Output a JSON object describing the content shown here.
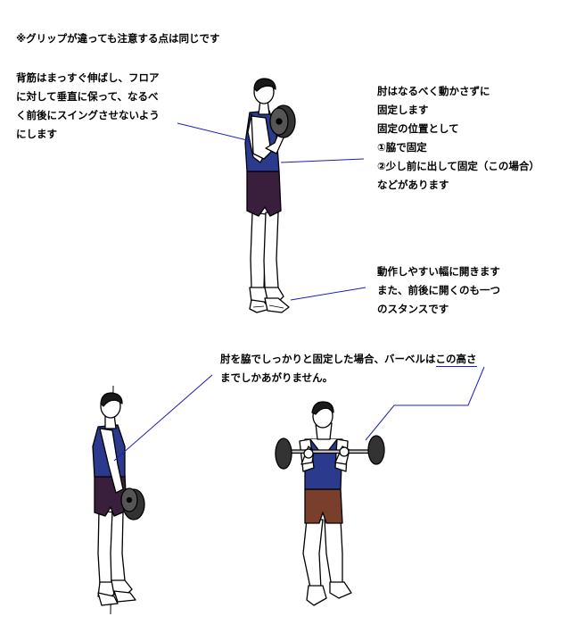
{
  "note": "※グリップが違っても注意する点は同じです",
  "back_posture": [
    "背筋はまっすぐ伸ばし、フロア",
    "に対して垂直に保って、なるべ",
    "く前後にスイングさせないよう",
    "にします"
  ],
  "elbow": [
    "肘はなるべく動かさずに",
    "固定します",
    "固定の位置として",
    "①脇で固定",
    "②少し前に出して固定（この場合）",
    "などがあります"
  ],
  "stance": [
    "動作しやすい幅に開きます",
    "また、前後に開くのも一つ",
    "のスタンスです"
  ],
  "barbell_caption": {
    "line1_before": "肘を脇でしっかりと固定した場合、バーベルは",
    "line1_highlight": "この高さ",
    "line2": "までしかあがりません。"
  },
  "colors": {
    "jersey": "#2b3a8c",
    "shorts_purple": "#3a1f3d",
    "shorts_brown": "#7a3f2c",
    "skin": "#ffffff",
    "leader_line": "#1c1cc4",
    "weights": "#333333"
  }
}
